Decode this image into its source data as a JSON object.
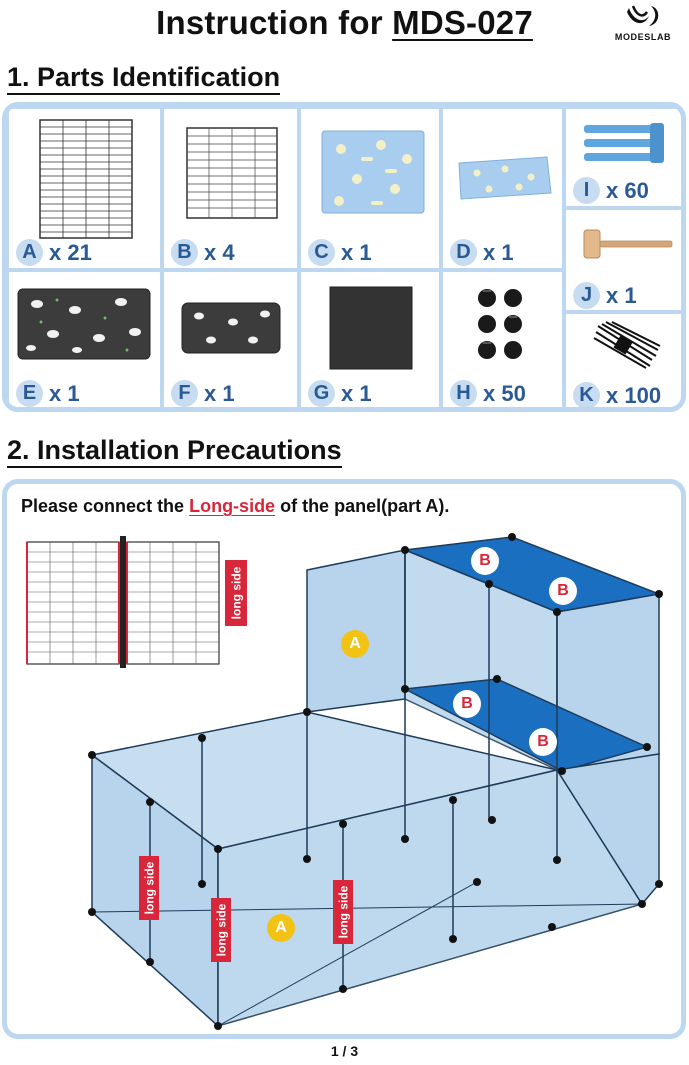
{
  "header": {
    "title_prefix": "Instruction for ",
    "model": "MDS-027",
    "brand": "MODESLAB"
  },
  "section1": {
    "title": "1. Parts Identification"
  },
  "parts": [
    {
      "letter": "A",
      "qty": "x 21"
    },
    {
      "letter": "B",
      "qty": "x 4"
    },
    {
      "letter": "C",
      "qty": "x 1"
    },
    {
      "letter": "D",
      "qty": "x 1"
    },
    {
      "letter": "I",
      "qty": "x 60"
    },
    {
      "letter": "J",
      "qty": "x 1"
    },
    {
      "letter": "E",
      "qty": "x 1"
    },
    {
      "letter": "F",
      "qty": "x 1"
    },
    {
      "letter": "G",
      "qty": "x 1"
    },
    {
      "letter": "H",
      "qty": "x 50"
    },
    {
      "letter": "K",
      "qty": "x 100"
    }
  ],
  "section2": {
    "title": "2. Installation Precautions",
    "text_before": "Please connect the ",
    "highlight": "Long-side",
    "text_after": " of the panel(part A)."
  },
  "diagram": {
    "long_side": "long side",
    "label_a": "A",
    "label_b": "B"
  },
  "footer": {
    "page": "1 / 3"
  },
  "colors": {
    "accent_blue": "#2a5a96",
    "badge_blue": "#c7dcf0",
    "border_blue": "#bcd7ef",
    "panel_fill": "#b7d4ec",
    "shelf_fill": "#1b6fc0",
    "highlight_red": "#d8263a",
    "label_yellow": "#f2c314"
  }
}
